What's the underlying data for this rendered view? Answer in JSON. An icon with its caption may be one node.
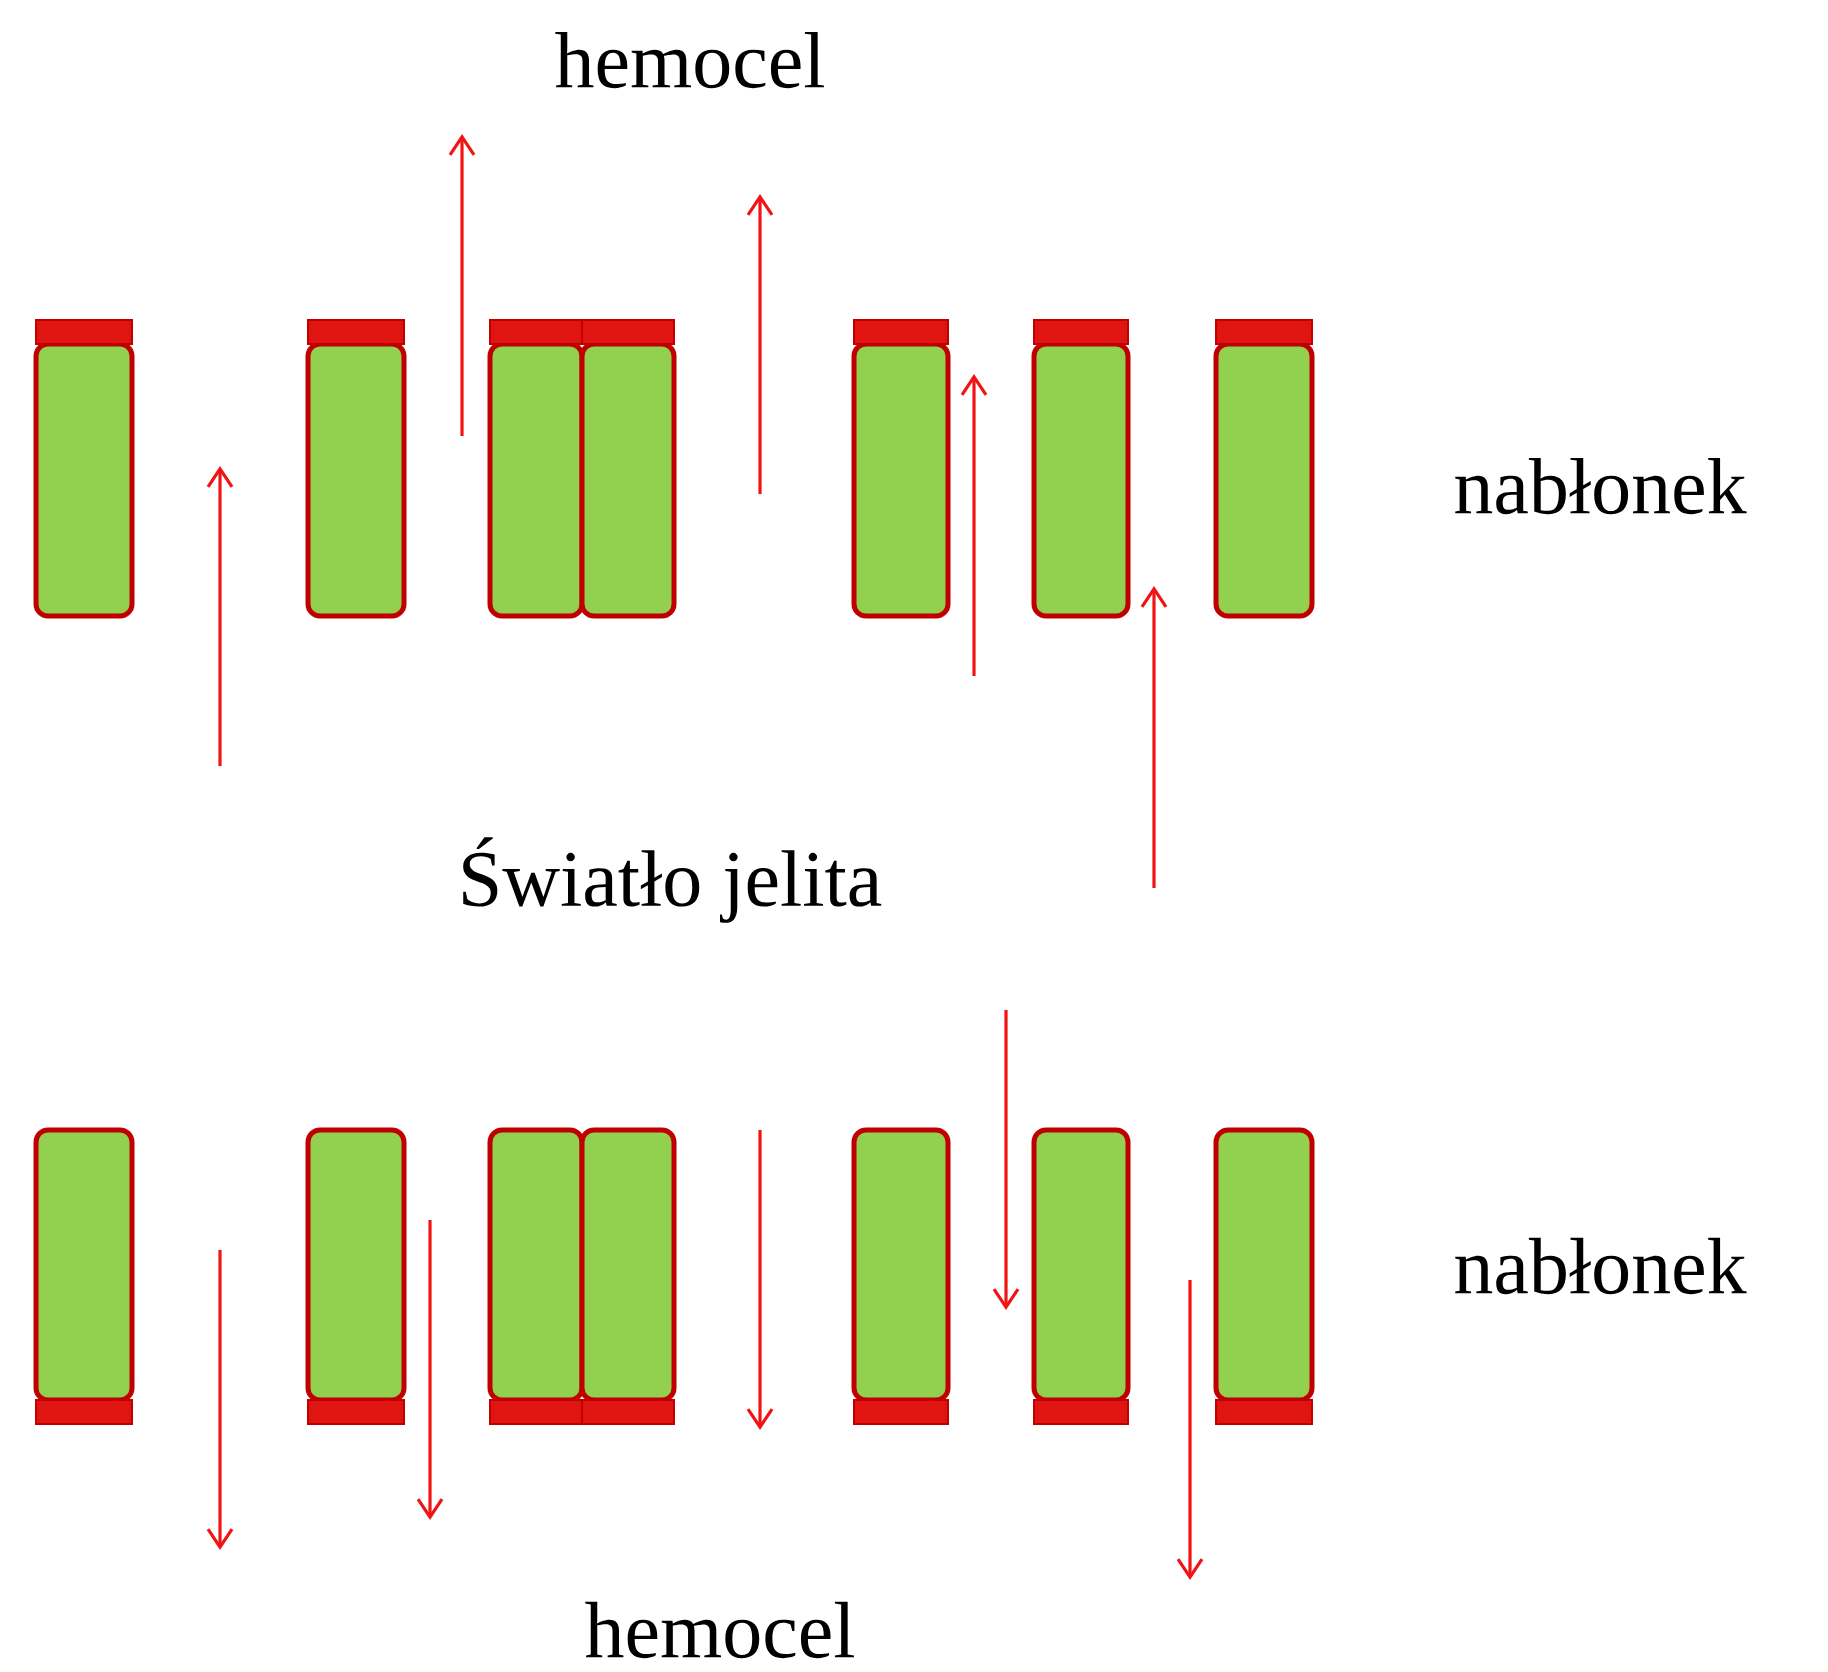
{
  "diagram": {
    "labels": [
      "hemocel",
      "nabłonek",
      "Światło jelita",
      "nabłonek",
      "hemocel"
    ]
  }
}
